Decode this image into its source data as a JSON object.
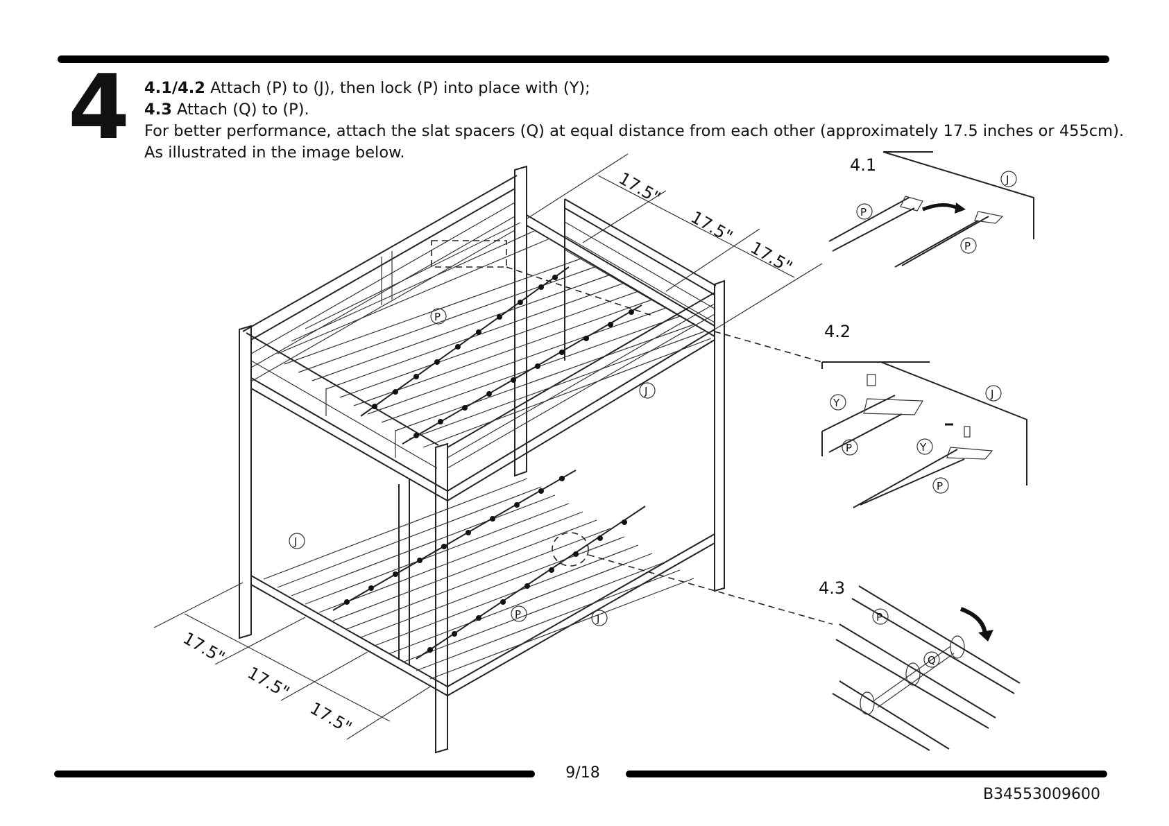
{
  "step": {
    "number": "4"
  },
  "instructions": {
    "line1_bold": "4.1/4.2",
    "line1_rest": " Attach (P) to (J), then lock (P) into place with (Y);",
    "line2_bold": "4.3",
    "line2_rest": " Attach (Q) to (P).",
    "line3": "For better performance, attach the slat spacers (Q) at equal distance from each other (approximately 17.5 inches or 455cm).",
    "line4": "As illustrated in the image below."
  },
  "dimensions": {
    "top": [
      "17.5\"",
      "17.5\"",
      "17.5\""
    ],
    "bottom": [
      "17.5\"",
      "17.5\"",
      "17.5\""
    ]
  },
  "details": {
    "d41": "4.1",
    "d42": "4.2",
    "d43": "4.3"
  },
  "parts": {
    "P": "P",
    "J": "J",
    "Y": "Y",
    "Q": "Q"
  },
  "footer": {
    "page": "9/18",
    "code": "B34553009600"
  }
}
